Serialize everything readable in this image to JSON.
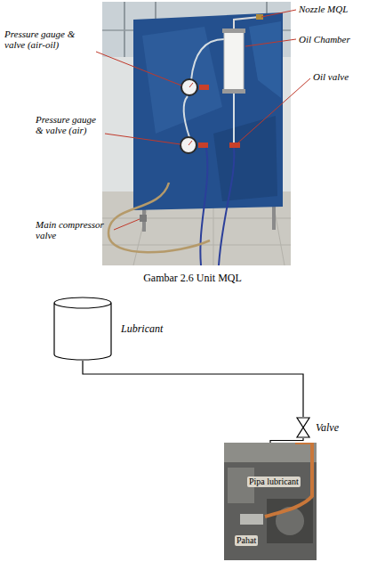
{
  "diagram": {
    "caption": "Gambar 2.6 Unit MQL",
    "nodes": [
      {
        "text": [
          "Lubricant"
        ]
      },
      {
        "text": [
          "Valve"
        ]
      },
      {
        "text": [
          "Pipa lubricant",
          "Pahat"
        ]
      }
    ],
    "edges": [
      {
        "from": 0,
        "to": 1,
        "arrow": "none"
      },
      {
        "from": 1,
        "to": 2,
        "arrow": "none"
      }
    ],
    "labels": [
      "Nozzle MQL",
      "Oil Chamber",
      "Pressure gauge & valve (air-oil)",
      "Oil valve",
      "Pressure gauge & valve (air)",
      "Main compressor valve"
    ]
  }
}
